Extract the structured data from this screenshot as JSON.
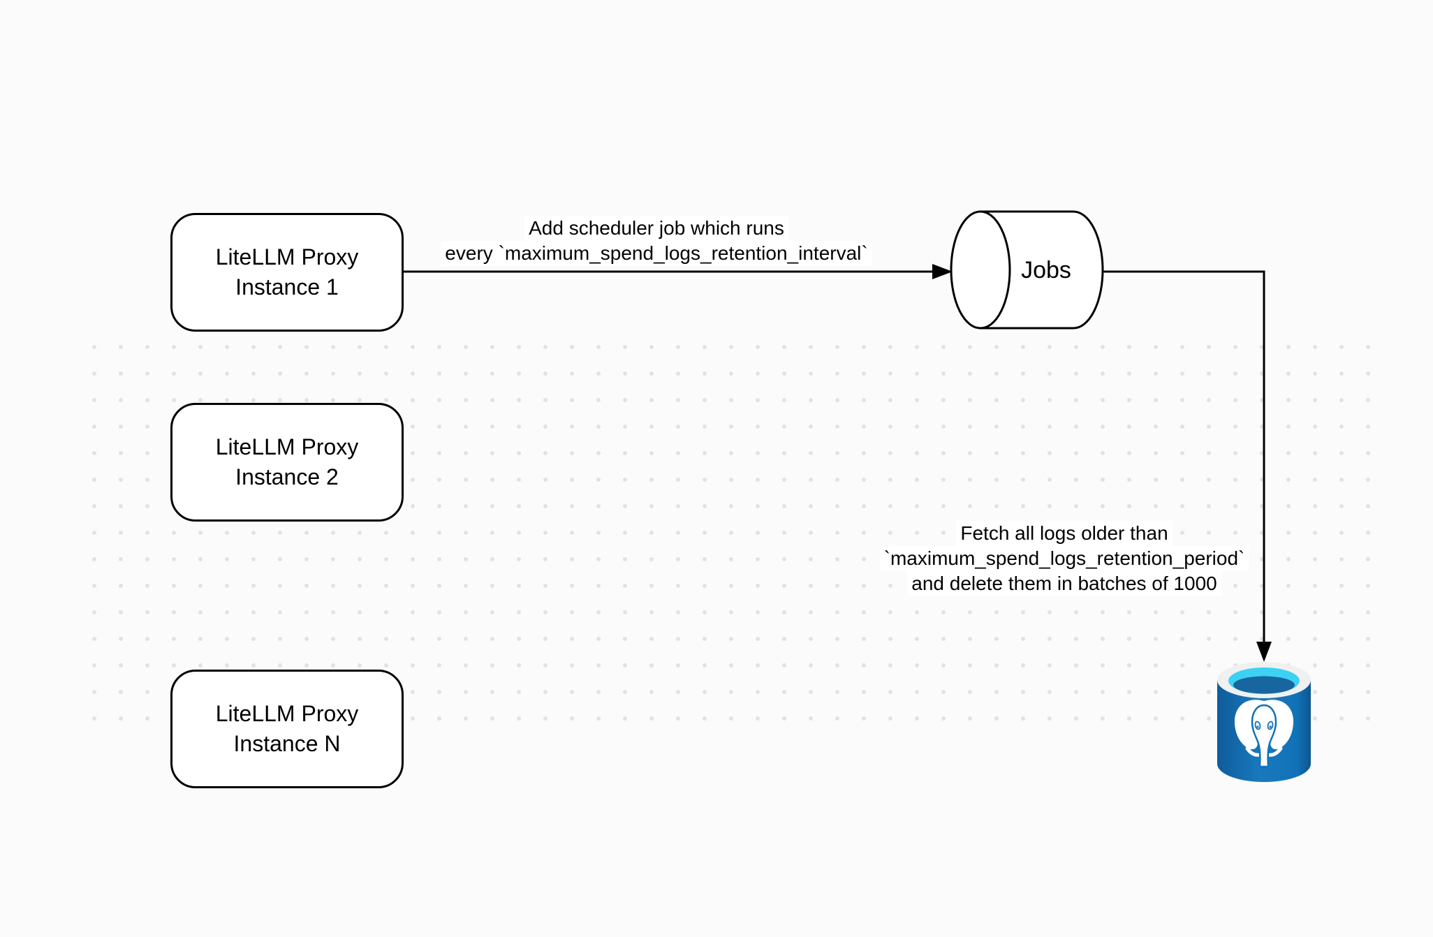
{
  "diagram": {
    "proxy_nodes": [
      {
        "line1": "LiteLLM Proxy",
        "line2": "Instance 1"
      },
      {
        "line1": "LiteLLM Proxy",
        "line2": "Instance 2"
      },
      {
        "line1": "LiteLLM Proxy",
        "line2": "Instance N"
      }
    ],
    "jobs_queue": {
      "label": "Jobs"
    },
    "scheduler_edge_label": {
      "line1": "Add scheduler job which runs",
      "line2": "every `maximum_spend_logs_retention_interval`"
    },
    "delete_edge_label": {
      "line1": "Fetch all logs older than",
      "line2": "`maximum_spend_logs_retention_period`",
      "line3": "and delete them in batches of 1000"
    },
    "database_icon": "postgresql-database",
    "colors": {
      "canvas_background": "#fbfbfb",
      "dot_grid": "#e2e2e2",
      "shape_stroke": "#000000",
      "shape_fill": "#ffffff",
      "postgres_body_blue": "#1272b8",
      "postgres_opening_cyan": "#3dd1f4",
      "postgres_ring_white": "#f0f0f0",
      "postgres_liquid_blue": "#17669f"
    }
  }
}
